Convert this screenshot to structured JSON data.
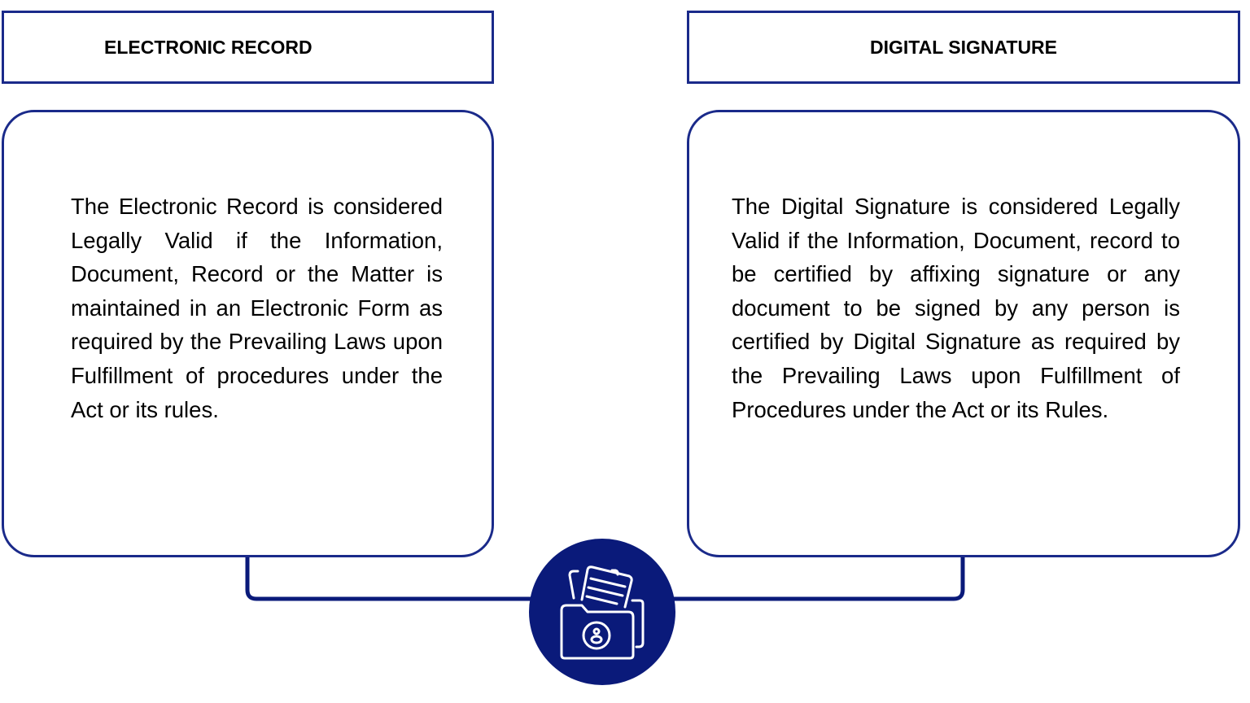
{
  "left": {
    "title": "ELECTRONIC RECORD",
    "body": "The Electronic Record is considered Legally Valid if the Information, Document, Record or the Matter is maintained in an Electronic Form as required by the Prevailing Laws upon Fulfillment of procedures under the Act or its rules."
  },
  "right": {
    "title": "DIGITAL SIGNATURE",
    "body": "The Digital Signature is considered Legally Valid if the Information, Document, record to be certified by affixing signature or any document to be signed by any person is certified by Digital Signature as required by the Prevailing Laws upon Fulfillment of Procedures under the Act or its Rules."
  },
  "center_icon": "folder-documents-user-icon",
  "colors": {
    "accent": "#0a1a7a",
    "border": "#1a2a8a"
  }
}
